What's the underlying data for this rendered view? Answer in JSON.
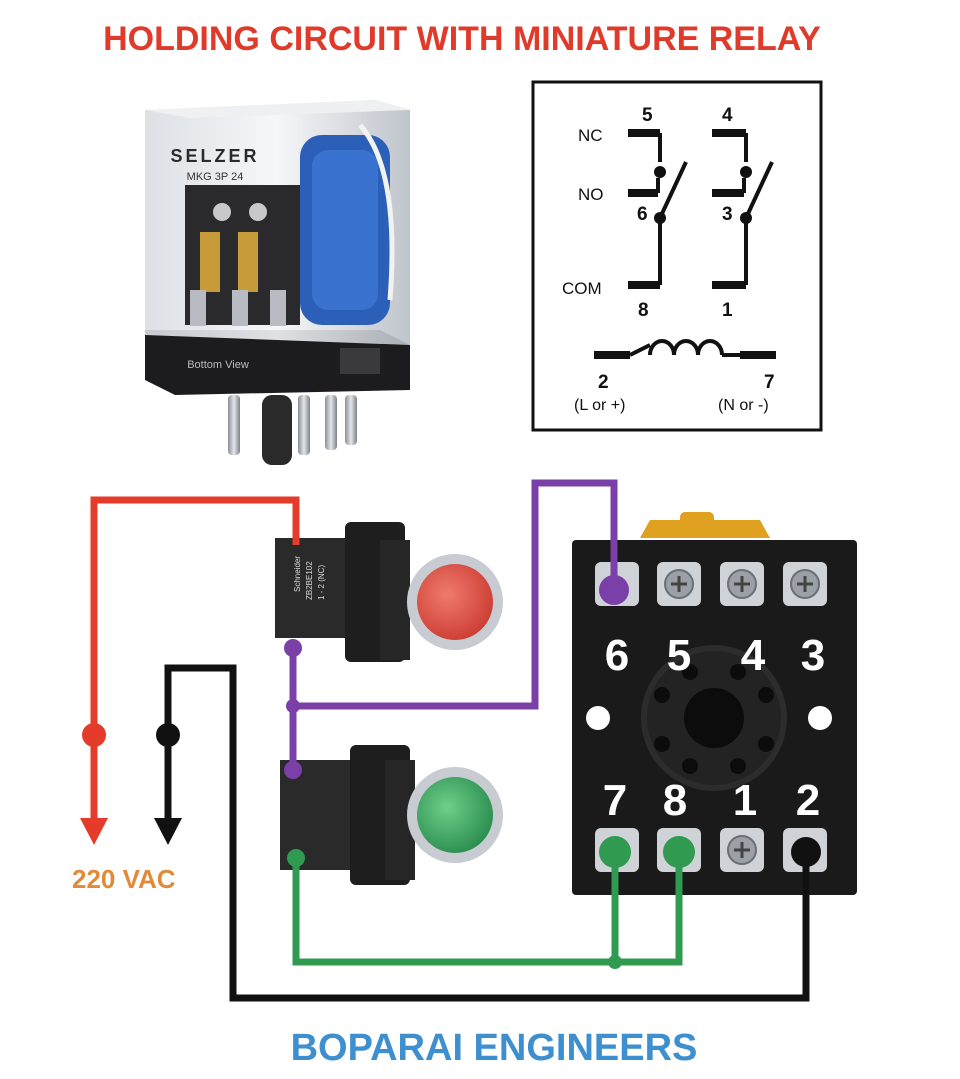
{
  "title": "HOLDING CIRCUIT WITH MINIATURE RELAY",
  "footer": "BOPARAI ENGINEERS",
  "supply_label": "220 VAC",
  "colors": {
    "title": "#e03a2a",
    "footer": "#3d8fcf",
    "supply_label": "#e08a3a",
    "wire_line": "#e53b2a",
    "wire_neutral": "#111111",
    "wire_holding": "#7b3fa8",
    "wire_start": "#2f9a50",
    "stop_button": "#e0463c",
    "start_button": "#2f9a50",
    "base": "#1a1a1a",
    "base_tab": "#e0a020"
  },
  "relay": {
    "brand": "SELZER",
    "model": "MKG 3P 24",
    "view_label": "Bottom View"
  },
  "schematic": {
    "nc_label": "NC",
    "no_label": "NO",
    "com_label": "COM",
    "pin_5": "5",
    "pin_4": "4",
    "pin_6": "6",
    "pin_3": "3",
    "pin_8": "8",
    "pin_1": "1",
    "pin_2": "2",
    "pin_7": "7",
    "coil_left": "(L or +)",
    "coil_right": "(N or -)"
  },
  "stop_pushbutton": {
    "brand": "Schneider",
    "model": "ZB2BE102",
    "contact": "1 - 2 (NC)"
  },
  "base_terminals": {
    "top": [
      "6",
      "5",
      "4",
      "3"
    ],
    "bottom": [
      "7",
      "8",
      "1",
      "2"
    ]
  }
}
